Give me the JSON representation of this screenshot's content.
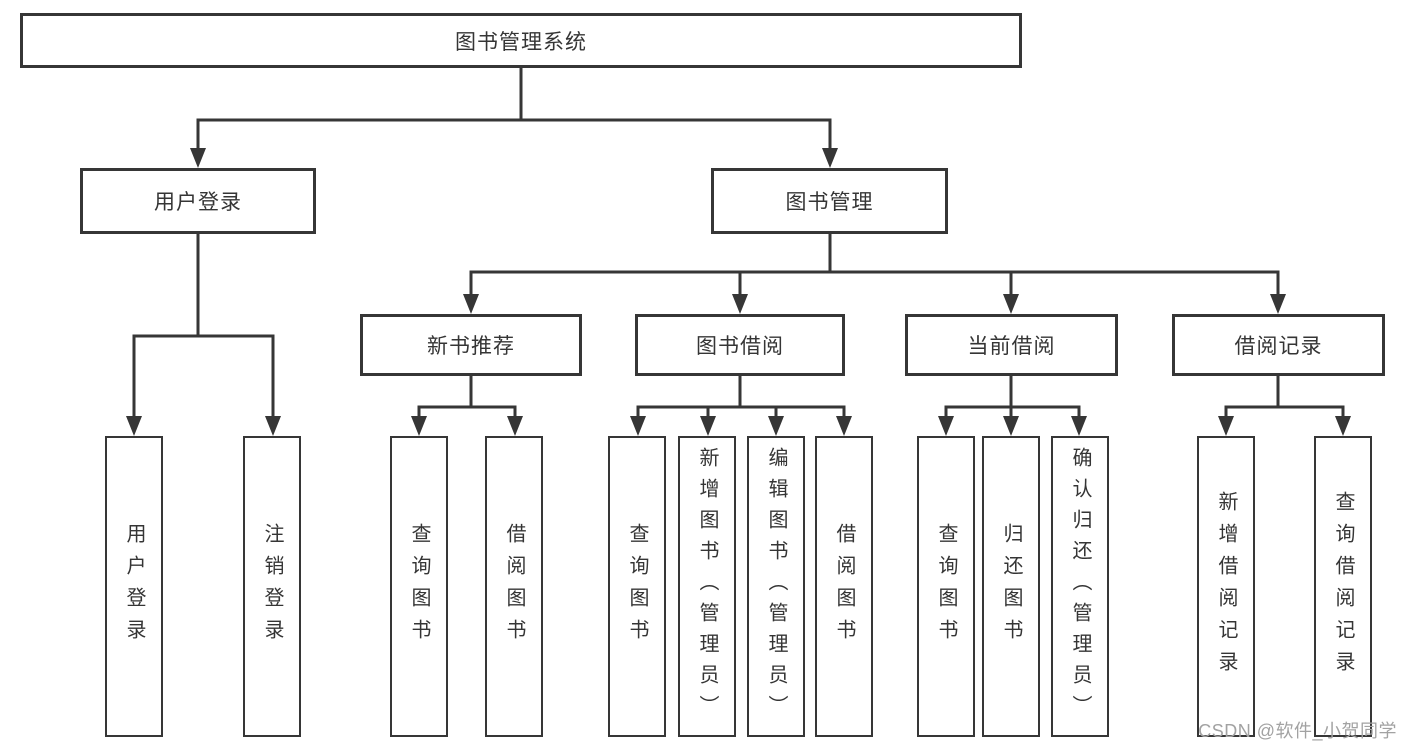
{
  "watermark": "CSDN @软件_小贺同学",
  "colors": {
    "line": "#363636",
    "text": "#353535",
    "watermark": "#a2a2a2",
    "background": "#ffffff"
  },
  "tree": {
    "root": {
      "label": "图书管理系统"
    },
    "branches": [
      {
        "label": "用户登录",
        "children": [
          {
            "label": "用户登录"
          },
          {
            "label": "注销登录"
          }
        ]
      },
      {
        "label": "图书管理",
        "children": [
          {
            "label": "新书推荐",
            "children": [
              {
                "label": "查询图书"
              },
              {
                "label": "借阅图书"
              }
            ]
          },
          {
            "label": "图书借阅",
            "children": [
              {
                "label": "查询图书"
              },
              {
                "label": "新增图书（管理员）"
              },
              {
                "label": "编辑图书（管理员）"
              },
              {
                "label": "借阅图书"
              }
            ]
          },
          {
            "label": "当前借阅",
            "children": [
              {
                "label": "查询图书"
              },
              {
                "label": "归还图书"
              },
              {
                "label": "确认归还（管理员）"
              }
            ]
          },
          {
            "label": "借阅记录",
            "children": [
              {
                "label": "新增借阅记录"
              },
              {
                "label": "查询借阅记录"
              }
            ]
          }
        ]
      }
    ]
  }
}
